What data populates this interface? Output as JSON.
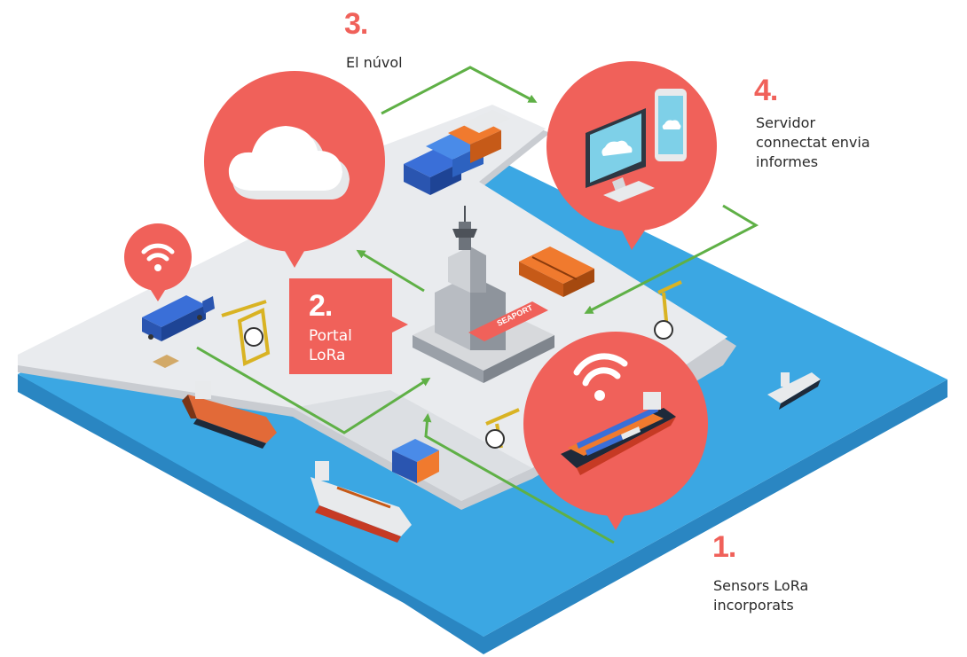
{
  "steps": [
    {
      "number": "1.",
      "label": "Sensors LoRa",
      "label_line2": "incorporats"
    },
    {
      "number": "2.",
      "label": "Portal",
      "label_line2": "LoRa"
    },
    {
      "number": "3.",
      "label": "El núvol"
    },
    {
      "number": "4.",
      "label": "Servidor",
      "label_line2": "connectat envia",
      "label_line3": "informes"
    }
  ],
  "building_sign": "SEAPORT",
  "colors": {
    "accent": "#f0615a",
    "water": "#3ba7e3",
    "water_side": "#2a86c2",
    "land": "#e9ebee",
    "land_side": "#c9ccd1",
    "arrow": "#5fb046",
    "text": "#2a2a2a"
  },
  "icons": [
    "cloud-icon",
    "monitor-icon",
    "phone-icon",
    "wifi-icon",
    "truck-icon",
    "crane-icon",
    "ship-icon",
    "container-icon",
    "building-icon"
  ]
}
